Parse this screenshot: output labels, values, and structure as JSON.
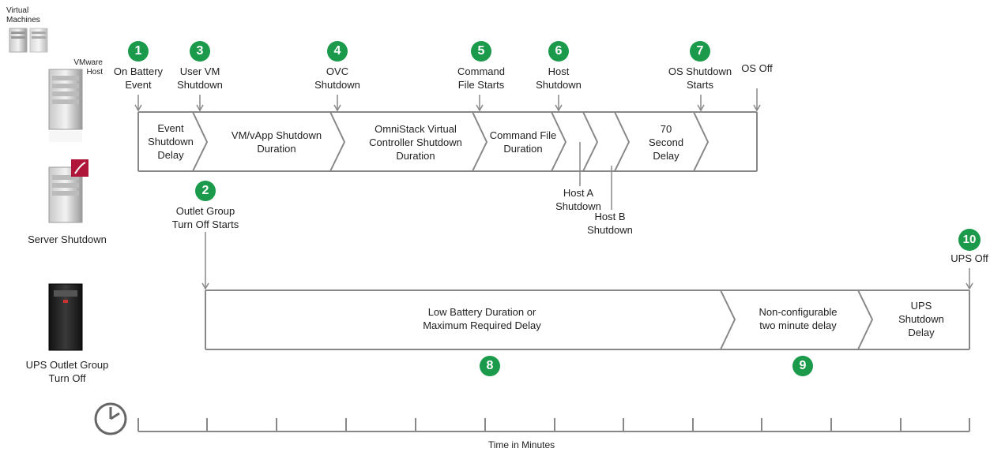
{
  "legend": {
    "virtual_machines": "Virtual\nMachines",
    "vmware_host": "VMware\nHost",
    "server_shutdown": "Server Shutdown",
    "ups_outlet_group": "UPS Outlet Group\nTurn Off"
  },
  "events": {
    "e1": {
      "num": "1",
      "label": "On Battery\nEvent"
    },
    "e2": {
      "num": "2",
      "label": "Outlet Group\nTurn Off Starts"
    },
    "e3": {
      "num": "3",
      "label": "User VM\nShutdown"
    },
    "e4": {
      "num": "4",
      "label": "OVC\nShutdown"
    },
    "e5": {
      "num": "5",
      "label": "Command\nFile Starts"
    },
    "e6": {
      "num": "6",
      "label": "Host\nShutdown"
    },
    "e7": {
      "num": "7",
      "label": "OS Shutdown\nStarts"
    },
    "os_off": {
      "label": "OS Off"
    },
    "e10": {
      "num": "10",
      "label": "UPS Off"
    }
  },
  "top_segments": {
    "s1": "Event\nShutdown\nDelay",
    "s2": "VM/vApp Shutdown\nDuration",
    "s3": "OmniStack Virtual\nController Shutdown\nDuration",
    "s4": "Command File\nDuration",
    "s5": "70\nSecond\nDelay"
  },
  "host_labels": {
    "host_a": "Host A\nShutdown",
    "host_b": "Host B\nShutdown"
  },
  "bottom_segments": {
    "s1": "Low Battery Duration or\nMaximum Required Delay",
    "s2": "Non-configurable\ntwo minute delay",
    "s3": "UPS\nShutdown\nDelay"
  },
  "bottom_badges": {
    "b8": "8",
    "b9": "9"
  },
  "axis": {
    "label": "Time in Minutes"
  },
  "colors": {
    "badge": "#1a9a4a",
    "line": "#777777",
    "accent": "#b0163a"
  }
}
